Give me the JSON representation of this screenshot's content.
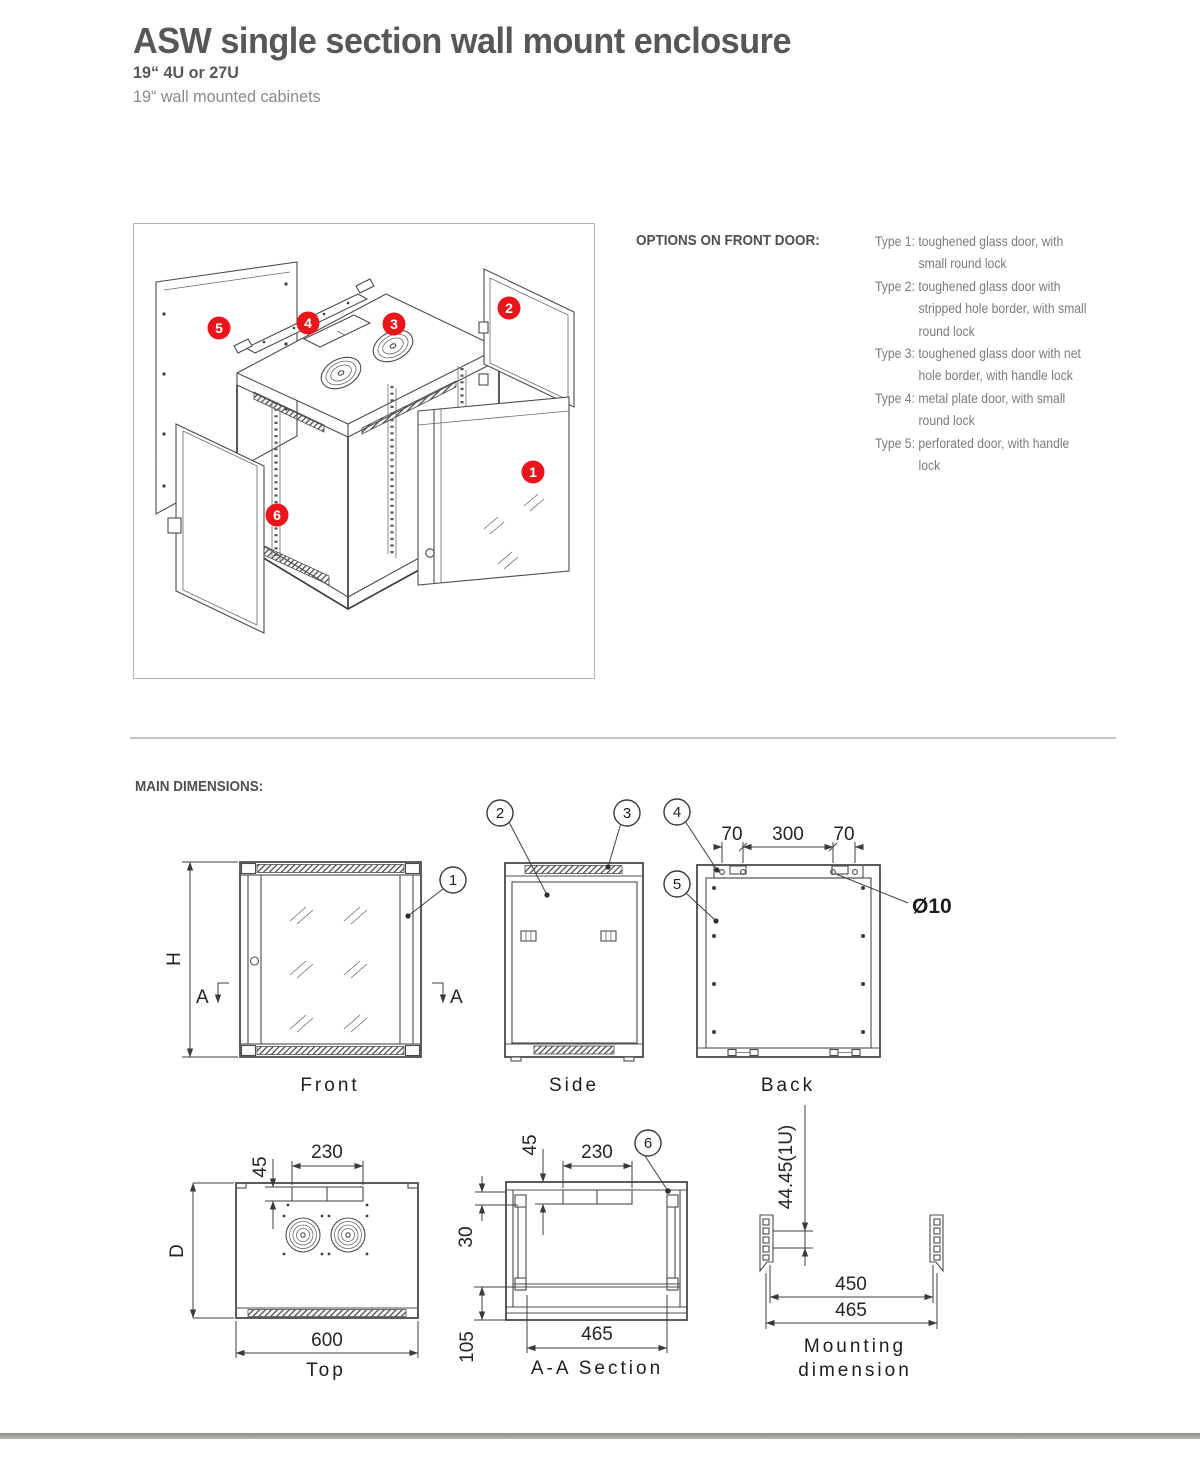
{
  "header": {
    "title": "ASW single section wall mount enclosure",
    "subtitle": "19“ 4U or 27U",
    "description": "19“ wall mounted cabinets"
  },
  "options": {
    "label": "OPTIONS ON FRONT DOOR:",
    "types": [
      "Type 1: toughened glass door, with small round lock",
      "Type 2: toughened glass door with stripped hole border, with small round lock",
      "Type 3: toughened glass door with net hole border, with handle lock",
      "Type 4: metal plate door, with small round lock",
      "Type 5: perforated door, with handle lock"
    ]
  },
  "main_dimensions_label": "MAIN DIMENSIONS:",
  "views": {
    "front": "Front",
    "side": "Side",
    "back": "Back",
    "top": "Top",
    "section": "A-A Section",
    "mounting_line1": "Mounting",
    "mounting_line2": "dimension"
  },
  "callouts": {
    "c1": "1",
    "c2": "2",
    "c3": "3",
    "c4": "4",
    "c5": "5",
    "c6": "6"
  },
  "dims": {
    "height": "H",
    "section_marker": "A",
    "depth": "D",
    "back_left": "70",
    "back_center": "300",
    "back_right": "70",
    "hole_dia": "Ø10",
    "top_slot_offset": "45",
    "top_slot_width": "230",
    "top_width": "600",
    "sec_slot_offset": "45",
    "sec_slot_width": "230",
    "sec_rail_offset": "30",
    "sec_bottom": "105",
    "sec_inner_width": "465",
    "mount_pitch": "44.45(1U)",
    "mount_inner": "450",
    "mount_outer": "465"
  },
  "colors": {
    "accent_red": "#e8151c",
    "line": "#4c4c4c",
    "bottom_bar": "#a5a3a0"
  }
}
